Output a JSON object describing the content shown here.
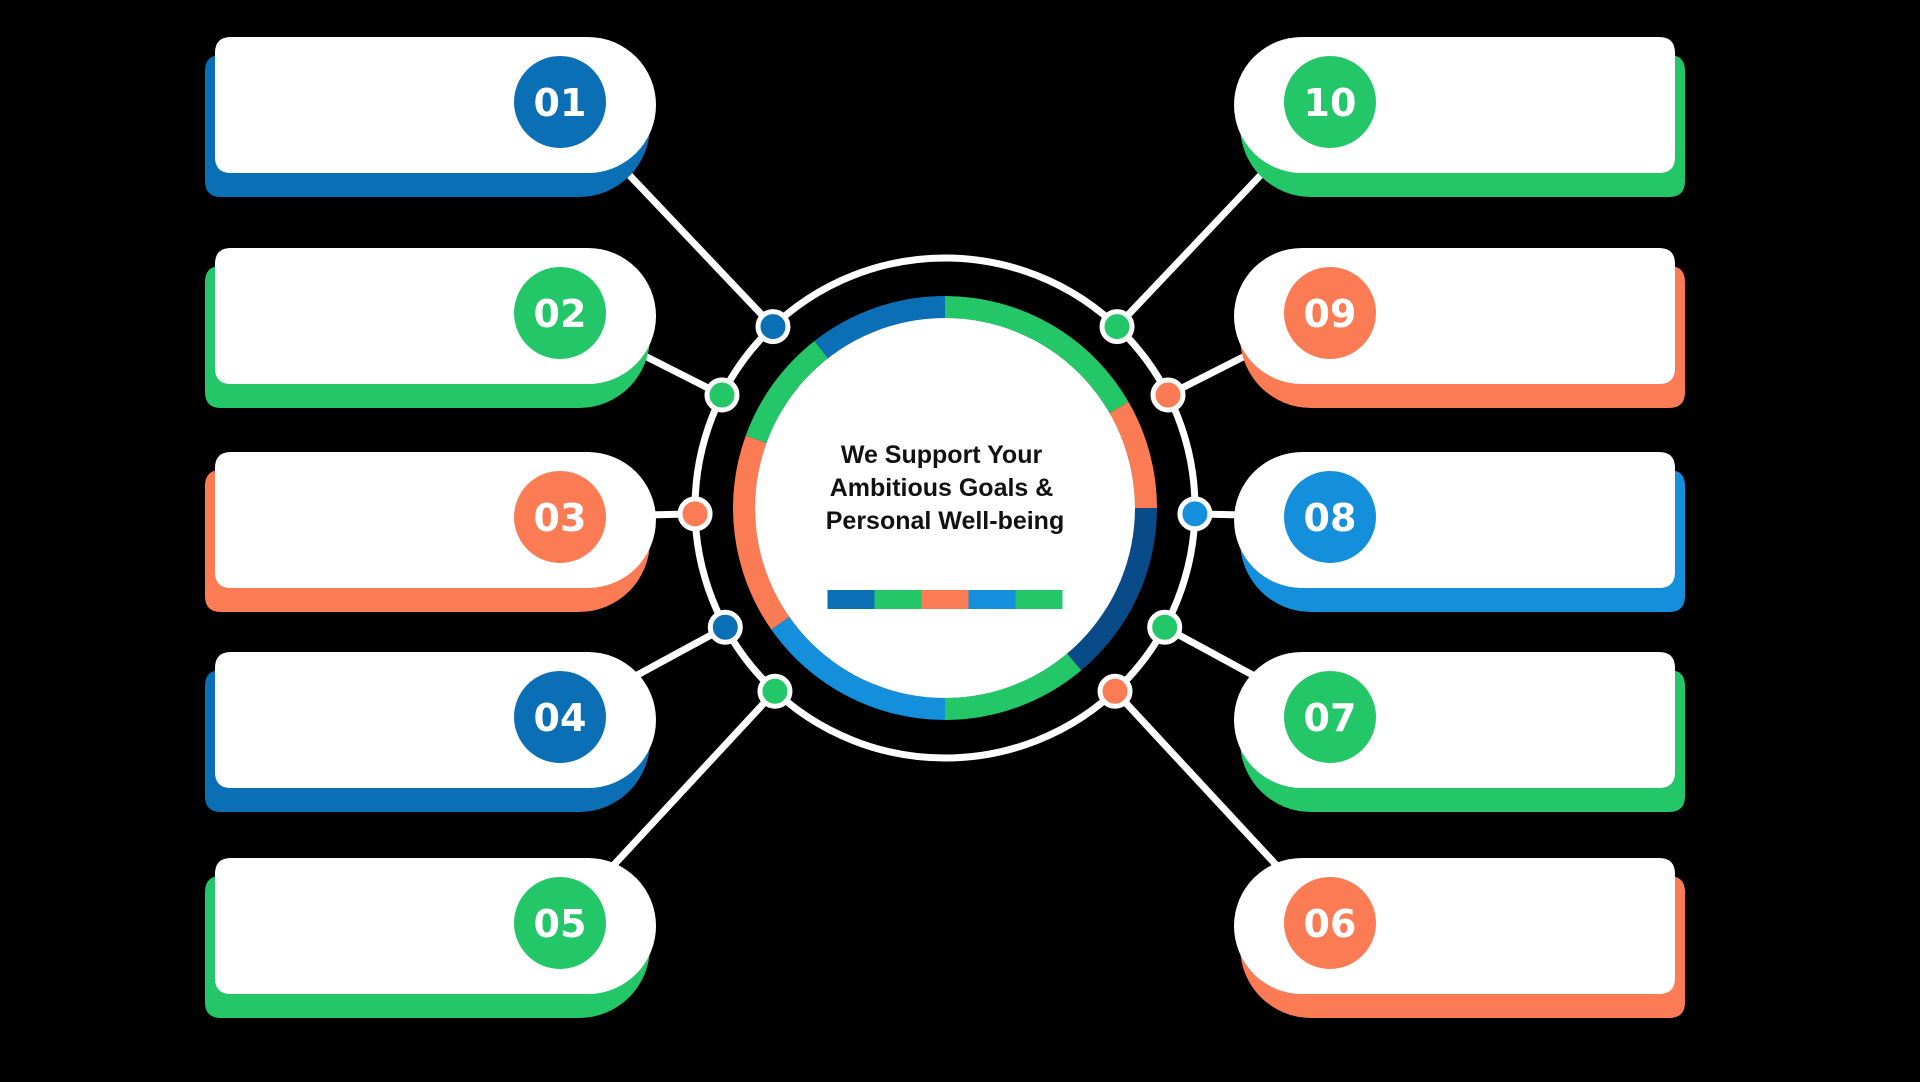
{
  "colors": {
    "blue": "#0a6fb5",
    "green": "#23c768",
    "orange": "#fb7b55",
    "light_blue": "#138fdc",
    "dark_blue": "#094b89",
    "line": "#ffffff",
    "background": "#000000"
  },
  "center": {
    "title_lines": [
      "We Support Your",
      "Ambitious Goals &",
      "Personal Well-being"
    ],
    "stripe_colors": [
      "blue",
      "green",
      "orange",
      "light_blue",
      "green"
    ]
  },
  "ring_arcs": [
    {
      "from": 0,
      "to": 60,
      "color": "green"
    },
    {
      "from": 60,
      "to": 90,
      "color": "orange"
    },
    {
      "from": 90,
      "to": 140,
      "color": "dark_blue"
    },
    {
      "from": 140,
      "to": 180,
      "color": "green"
    },
    {
      "from": 180,
      "to": 235,
      "color": "light_blue"
    },
    {
      "from": 235,
      "to": 290,
      "color": "orange"
    },
    {
      "from": 290,
      "to": 322,
      "color": "green"
    },
    {
      "from": 322,
      "to": 360,
      "color": "blue"
    }
  ],
  "items": [
    {
      "number": "01",
      "color": "blue",
      "side": "left",
      "row": 0
    },
    {
      "number": "02",
      "color": "green",
      "side": "left",
      "row": 1
    },
    {
      "number": "03",
      "color": "orange",
      "side": "left",
      "row": 2
    },
    {
      "number": "04",
      "color": "blue",
      "side": "left",
      "row": 3
    },
    {
      "number": "05",
      "color": "green",
      "side": "left",
      "row": 4
    },
    {
      "number": "06",
      "color": "orange",
      "side": "right",
      "row": 4
    },
    {
      "number": "07",
      "color": "green",
      "side": "right",
      "row": 3
    },
    {
      "number": "08",
      "color": "light_blue",
      "side": "right",
      "row": 2
    },
    {
      "number": "09",
      "color": "orange",
      "side": "right",
      "row": 1
    },
    {
      "number": "10",
      "color": "green",
      "side": "right",
      "row": 0
    }
  ]
}
